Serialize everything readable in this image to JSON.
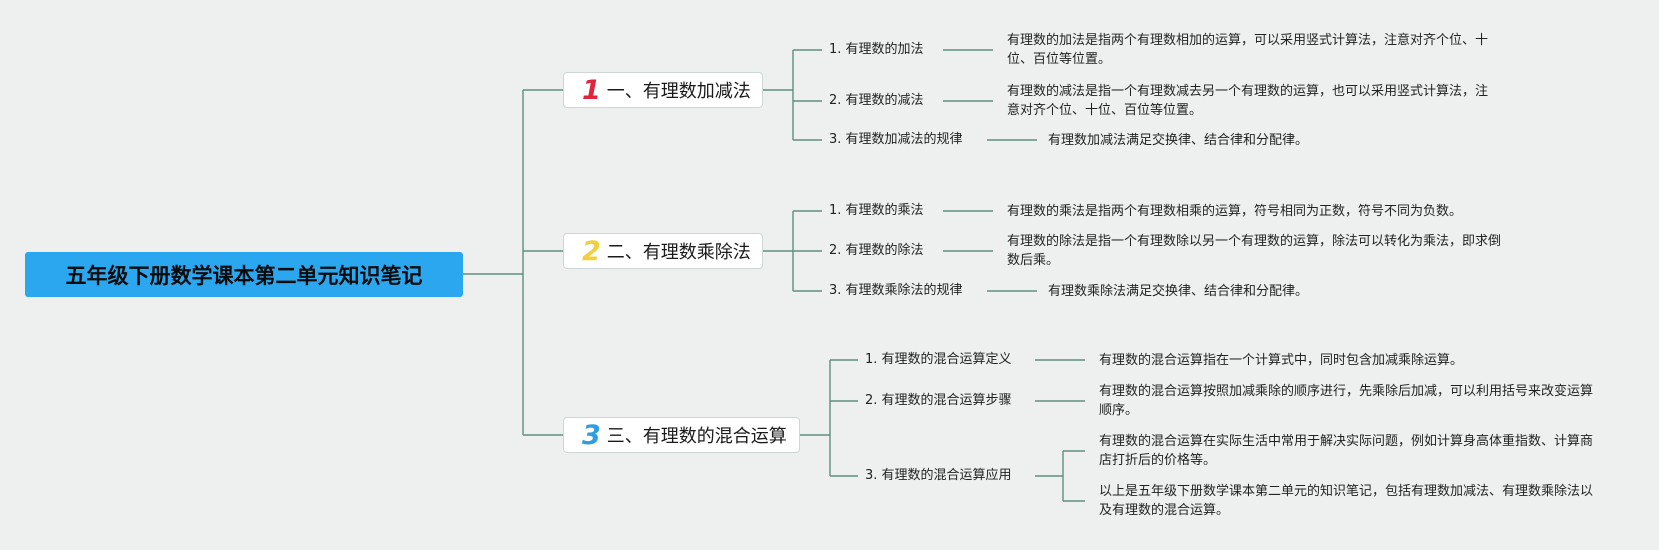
{
  "root": {
    "title": "五年级下册数学课本第二单元知识笔记"
  },
  "colors": {
    "root_bg": "#2aa7ee",
    "line": "#5e8f80",
    "badge_1": "#e0243c",
    "badge_2": "#f3cf3d",
    "badge_3": "#2f9ee0"
  },
  "branches": [
    {
      "badge": "1",
      "title": "一、有理数加减法",
      "topics": [
        {
          "label": "1. 有理数的加法",
          "notes": [
            "有理数的加法是指两个有理数相加的运算，可以采用竖式计算法，注意对齐个位、十位、百位等位置。"
          ]
        },
        {
          "label": "2. 有理数的减法",
          "notes": [
            "有理数的减法是指一个有理数减去另一个有理数的运算，也可以采用竖式计算法，注意对齐个位、十位、百位等位置。"
          ]
        },
        {
          "label": "3. 有理数加减法的规律",
          "notes": [
            "有理数加减法满足交换律、结合律和分配律。"
          ]
        }
      ]
    },
    {
      "badge": "2",
      "title": "二、有理数乘除法",
      "topics": [
        {
          "label": "1. 有理数的乘法",
          "notes": [
            "有理数的乘法是指两个有理数相乘的运算，符号相同为正数，符号不同为负数。"
          ]
        },
        {
          "label": "2. 有理数的除法",
          "notes": [
            "有理数的除法是指一个有理数除以另一个有理数的运算，除法可以转化为乘法，即求倒数后乘。"
          ]
        },
        {
          "label": "3. 有理数乘除法的规律",
          "notes": [
            "有理数乘除法满足交换律、结合律和分配律。"
          ]
        }
      ]
    },
    {
      "badge": "3",
      "title": "三、有理数的混合运算",
      "topics": [
        {
          "label": "1. 有理数的混合运算定义",
          "notes": [
            "有理数的混合运算指在一个计算式中，同时包含加减乘除运算。"
          ]
        },
        {
          "label": "2. 有理数的混合运算步骤",
          "notes": [
            "有理数的混合运算按照加减乘除的顺序进行，先乘除后加减，可以利用括号来改变运算顺序。"
          ]
        },
        {
          "label": "3. 有理数的混合运算应用",
          "notes": [
            "有理数的混合运算在实际生活中常用于解决实际问题，例如计算身高体重指数、计算商店打折后的价格等。",
            "以上是五年级下册数学课本第二单元的知识笔记，包括有理数加减法、有理数乘除法以及有理数的混合运算。"
          ]
        }
      ]
    }
  ]
}
